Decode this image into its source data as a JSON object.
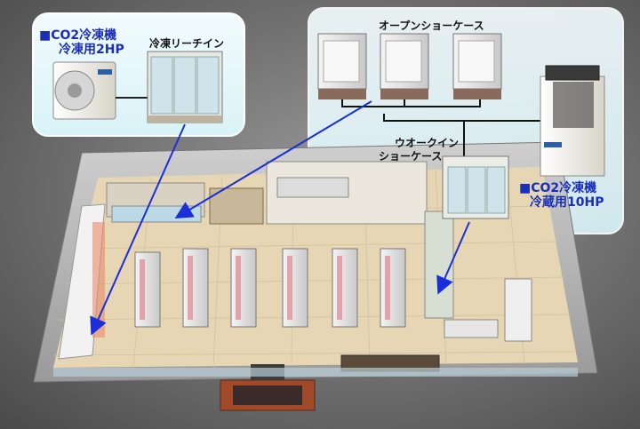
{
  "left_unit": {
    "title": "■CO2冷凍機",
    "subtitle": "冷凍用2HP"
  },
  "reach_in": {
    "label": "冷凍リーチイン"
  },
  "open_showcase": {
    "label": "オープンショーケース"
  },
  "walk_in": {
    "label_line1": "ウオークイン",
    "label_line2": "ショーケース"
  },
  "right_unit": {
    "title": "■CO2冷凍機",
    "subtitle": "冷蔵用10HP"
  },
  "colors": {
    "label_blue": "#1a2fb8",
    "arrow_blue": "#1a2fd8",
    "floor": "#e6d6b4",
    "panel": "#dff5f9"
  }
}
